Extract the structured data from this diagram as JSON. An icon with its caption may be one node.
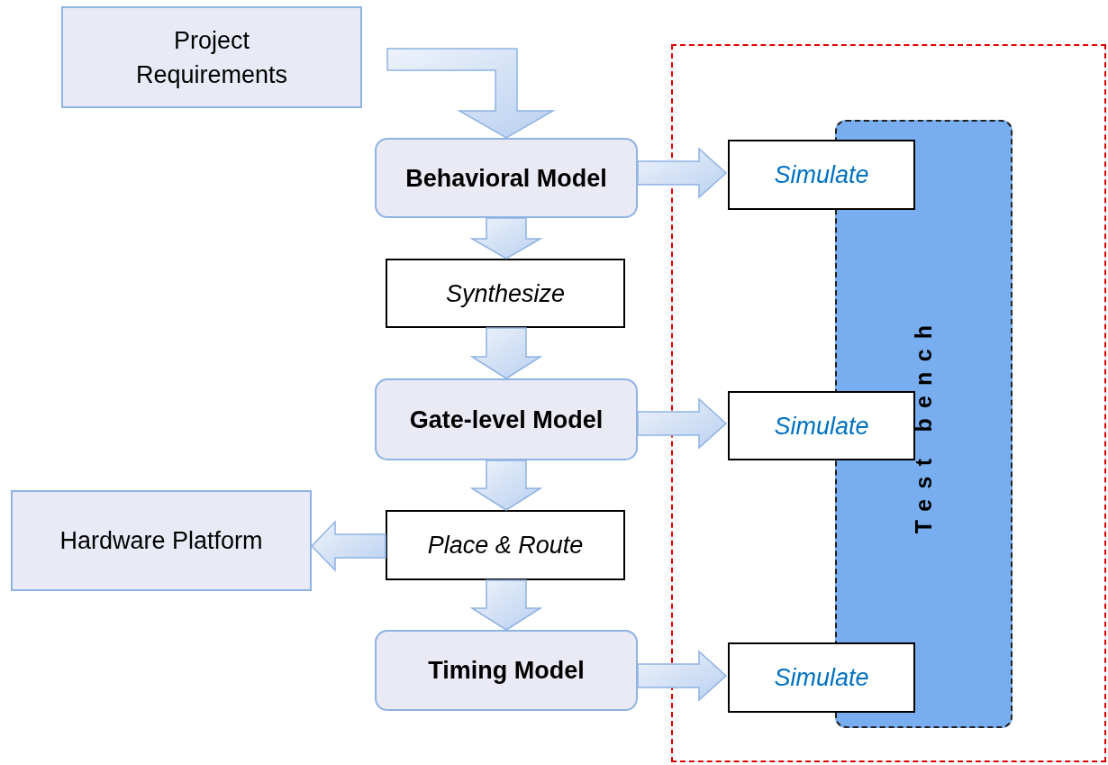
{
  "diagram": {
    "nodes": [
      {
        "text": [
          "Project Requirements"
        ]
      },
      {
        "text": [
          "Behavioral Model"
        ]
      },
      {
        "text": [
          "Synthesize"
        ]
      },
      {
        "text": [
          "Gate-level Model"
        ]
      },
      {
        "text": [
          "Place & Route"
        ]
      },
      {
        "text": [
          "Hardware Platform"
        ]
      },
      {
        "text": [
          "Timing Model"
        ]
      },
      {
        "text": [],
        "shape": "box"
      },
      {
        "text": [
          "Test bench"
        ],
        "in": 7
      },
      {
        "text": [
          "Simulate"
        ],
        "in": 7
      },
      {
        "text": [
          "Simulate"
        ],
        "in": 7
      },
      {
        "text": [
          "Simulate"
        ],
        "in": 7
      }
    ],
    "edges": [
      {
        "from": 0,
        "to": 1,
        "arrow": "to"
      },
      {
        "from": 1,
        "to": 2,
        "arrow": "to"
      },
      {
        "from": 2,
        "to": 3,
        "arrow": "to"
      },
      {
        "from": 3,
        "to": 4,
        "arrow": "to"
      },
      {
        "from": 4,
        "to": 5,
        "arrow": "to"
      },
      {
        "from": 4,
        "to": 6,
        "arrow": "to"
      },
      {
        "from": 1,
        "to": 9,
        "arrow": "to"
      },
      {
        "from": 3,
        "to": 10,
        "arrow": "to"
      },
      {
        "from": 6,
        "to": 11,
        "arrow": "to"
      }
    ]
  }
}
